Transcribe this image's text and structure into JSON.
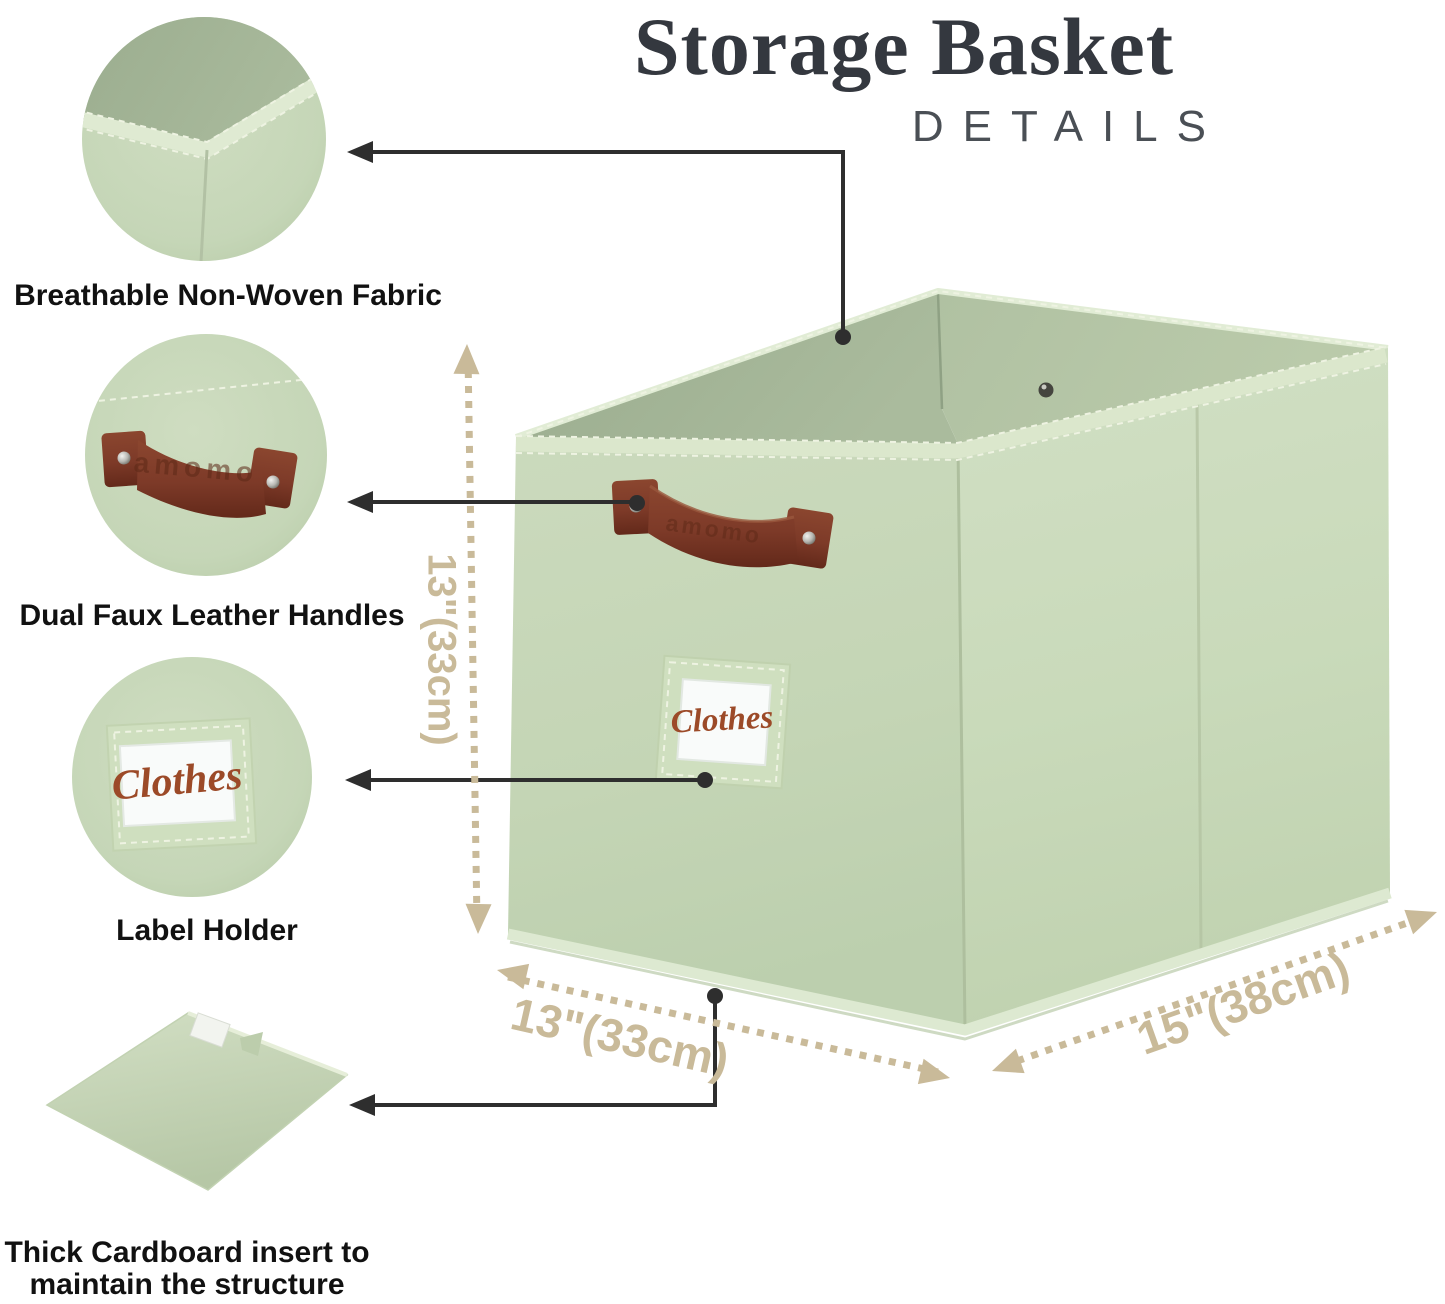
{
  "header": {
    "title": "Storage Basket",
    "subtitle": "DETAILS"
  },
  "features": [
    {
      "label": "Breathable Non-Woven Fabric"
    },
    {
      "label": "Dual Faux Leather Handles"
    },
    {
      "label": "Label Holder"
    },
    {
      "line1": "Thick Cardboard insert to",
      "line2": "maintain the structure"
    }
  ],
  "dimensions": {
    "height": "13\"(33cm)",
    "depth": "13\"(33cm)",
    "width": "15\"(38cm)"
  },
  "basket": {
    "brand_embossed": "amomo",
    "label_card_text": "Clothes"
  },
  "colors": {
    "fabric": "#c5d6b7",
    "fabric_deep": "#a7b89b",
    "rim": "#dce8cf",
    "leather": "#7d3a28",
    "leather_dark": "#5d2917",
    "tan": "#c9ba99",
    "line": "#2e2e2e",
    "ink": "#111111",
    "title_ink": "#34383f",
    "subtitle_ink": "#4a4f55",
    "script_brown": "#9c4a28",
    "card_white": "#f9fbfa"
  }
}
